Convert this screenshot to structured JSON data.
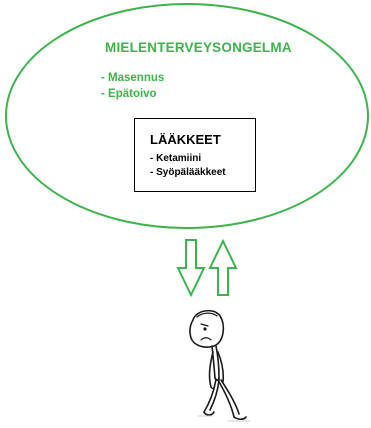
{
  "colors": {
    "accent": "#3cb44b",
    "text_dark": "#000000",
    "background": "#ffffff"
  },
  "condition": {
    "title": "MIELENTERVEYSONGELMA",
    "items": [
      "- Masennus",
      "- Epätoivo"
    ]
  },
  "medicines": {
    "title": "LÄÄKKEET",
    "items": [
      "- Ketamiini",
      "- Syöpälääkkeet"
    ]
  },
  "arrows": [
    {
      "direction": "down",
      "icon": "arrow-down-icon"
    },
    {
      "direction": "up",
      "icon": "arrow-up-icon"
    }
  ],
  "figure": {
    "icon": "sad-stick-figure-icon"
  }
}
